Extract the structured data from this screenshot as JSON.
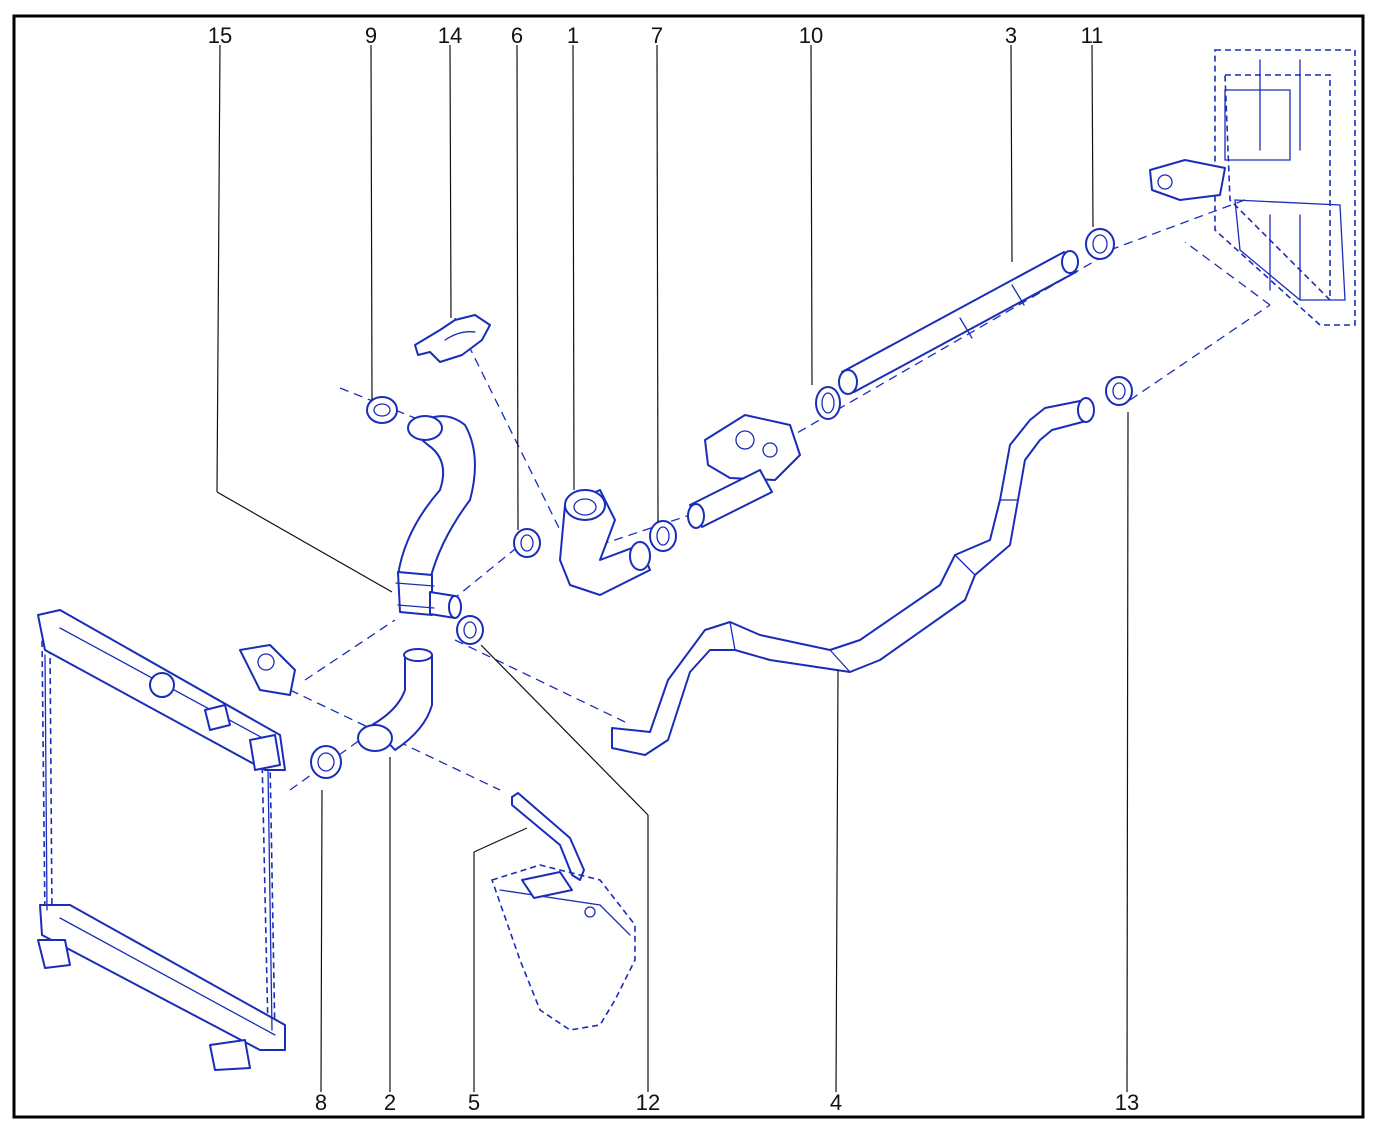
{
  "colors": {
    "ink": "#1a2db8",
    "leader": "#111111",
    "frame": "#000000"
  },
  "callouts": {
    "c1": "1",
    "c2": "2",
    "c3": "3",
    "c4": "4",
    "c5": "5",
    "c6": "6",
    "c7": "7",
    "c8": "8",
    "c9": "9",
    "c10": "10",
    "c11": "11",
    "c12": "12",
    "c13": "13",
    "c14": "14",
    "c15": "15"
  }
}
